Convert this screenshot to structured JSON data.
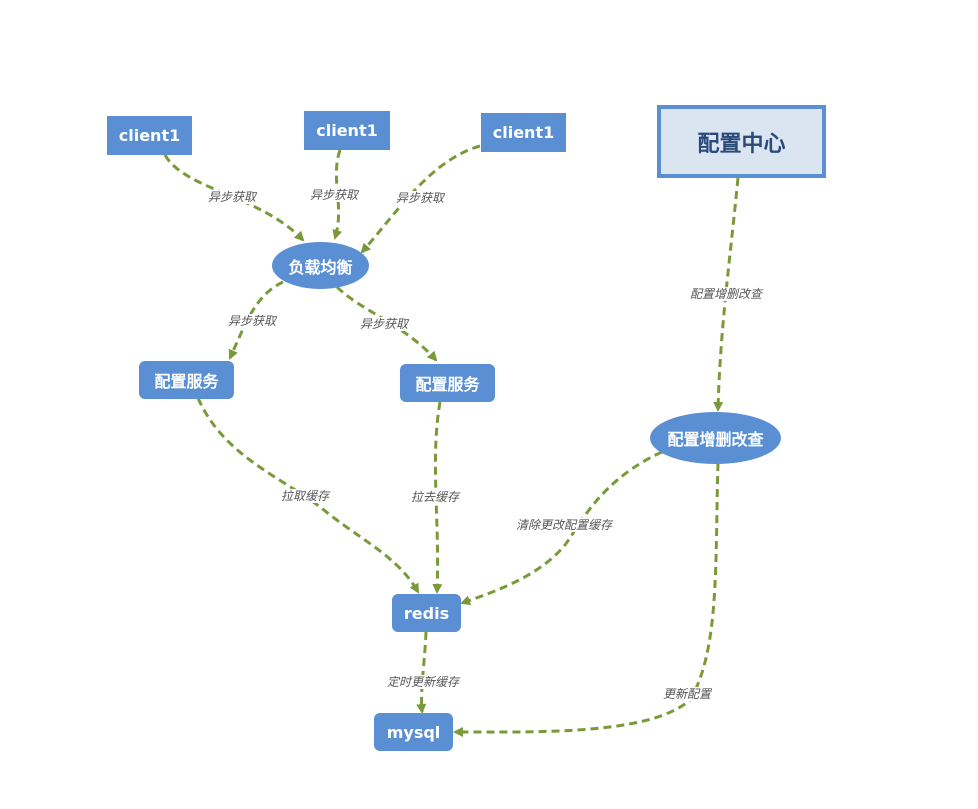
{
  "colors": {
    "node_fill": "#5b8fd4",
    "edge": "#7a9a3a",
    "center_fill": "#dbe5f2",
    "center_text": "#2a4a7a"
  },
  "nodes": {
    "client_a": "client1",
    "client_b": "client1",
    "client_c": "client1",
    "config_center": "配置中心",
    "load_balancer": "负载均衡",
    "config_service_1": "配置服务",
    "config_service_2": "配置服务",
    "config_crud": "配置增删改查",
    "redis": "redis",
    "mysql": "mysql"
  },
  "edges": {
    "client_a_to_lb": "异步获取",
    "client_b_to_lb": "异步获取",
    "client_c_to_lb": "异步获取",
    "lb_to_service_1": "异步获取",
    "lb_to_service_2": "异步获取",
    "center_to_crud": "配置增删改查",
    "service_1_to_redis": "拉取缓存",
    "service_2_to_redis": "拉去缓存",
    "crud_to_redis": "清除更改配置缓存",
    "redis_to_mysql": "定时更新缓存",
    "crud_to_mysql": "更新配置"
  }
}
